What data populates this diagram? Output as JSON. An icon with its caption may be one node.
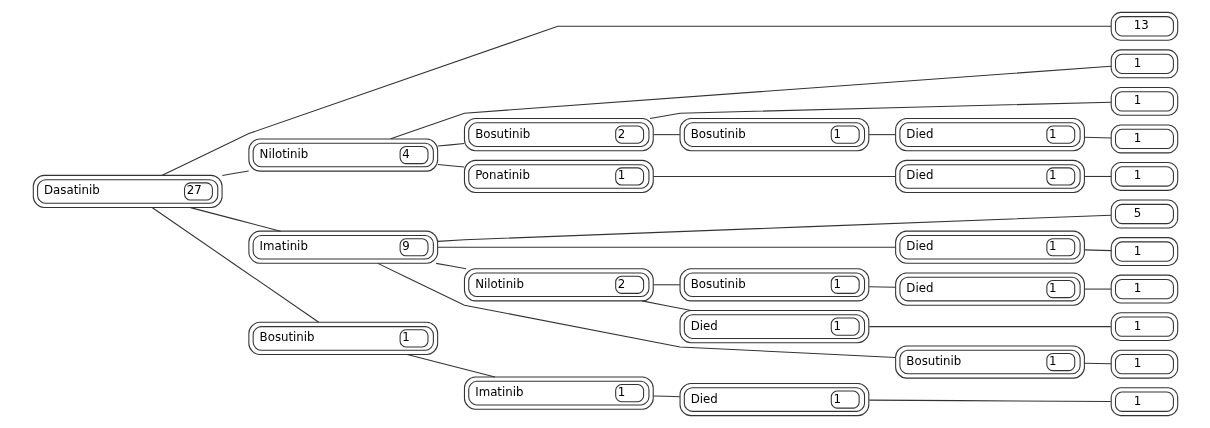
{
  "diagram": {
    "nodes": [
      {
        "text": [
          "Dasatinib",
          "27"
        ]
      },
      {
        "text": [
          "13"
        ]
      },
      {
        "text": [
          "Nilotinib",
          "4"
        ]
      },
      {
        "text": [
          "1"
        ]
      },
      {
        "text": [
          "Bosutinib",
          "2"
        ]
      },
      {
        "text": [
          "1"
        ]
      },
      {
        "text": [
          "Bosutinib",
          "1"
        ]
      },
      {
        "text": [
          "Died",
          "1"
        ]
      },
      {
        "text": [
          "1"
        ]
      },
      {
        "text": [
          "Ponatinib",
          "1"
        ]
      },
      {
        "text": [
          "Died",
          "1"
        ]
      },
      {
        "text": [
          "1"
        ]
      },
      {
        "text": [
          "Imatinib",
          "9"
        ]
      },
      {
        "text": [
          "5"
        ]
      },
      {
        "text": [
          "Died",
          "1"
        ]
      },
      {
        "text": [
          "1"
        ]
      },
      {
        "text": [
          "Nilotinib",
          "2"
        ]
      },
      {
        "text": [
          "Bosutinib",
          "1"
        ]
      },
      {
        "text": [
          "Died",
          "1"
        ]
      },
      {
        "text": [
          "1"
        ]
      },
      {
        "text": [
          "Died",
          "1"
        ]
      },
      {
        "text": [
          "1"
        ]
      },
      {
        "text": [
          "Bosutinib",
          "1"
        ]
      },
      {
        "text": [
          "1"
        ]
      },
      {
        "text": [
          "Bosutinib",
          "1"
        ]
      },
      {
        "text": [
          "Imatinib",
          "1"
        ]
      },
      {
        "text": [
          "Died",
          "1"
        ]
      },
      {
        "text": [
          "1"
        ]
      }
    ],
    "edges": [
      {
        "from": 0,
        "to": 1,
        "arrow": "none"
      },
      {
        "from": 0,
        "to": 2,
        "arrow": "none"
      },
      {
        "from": 2,
        "to": 3,
        "arrow": "none"
      },
      {
        "from": 2,
        "to": 4,
        "arrow": "none"
      },
      {
        "from": 4,
        "to": 5,
        "arrow": "none"
      },
      {
        "from": 4,
        "to": 6,
        "arrow": "none"
      },
      {
        "from": 6,
        "to": 7,
        "arrow": "none"
      },
      {
        "from": 7,
        "to": 8,
        "arrow": "none"
      },
      {
        "from": 2,
        "to": 9,
        "arrow": "none"
      },
      {
        "from": 9,
        "to": 10,
        "arrow": "none"
      },
      {
        "from": 10,
        "to": 11,
        "arrow": "none"
      },
      {
        "from": 0,
        "to": 12,
        "arrow": "none"
      },
      {
        "from": 12,
        "to": 13,
        "arrow": "none"
      },
      {
        "from": 12,
        "to": 14,
        "arrow": "none"
      },
      {
        "from": 14,
        "to": 15,
        "arrow": "none"
      },
      {
        "from": 12,
        "to": 16,
        "arrow": "none"
      },
      {
        "from": 16,
        "to": 17,
        "arrow": "none"
      },
      {
        "from": 17,
        "to": 18,
        "arrow": "none"
      },
      {
        "from": 18,
        "to": 19,
        "arrow": "none"
      },
      {
        "from": 16,
        "to": 20,
        "arrow": "none"
      },
      {
        "from": 20,
        "to": 21,
        "arrow": "none"
      },
      {
        "from": 12,
        "to": 22,
        "arrow": "none"
      },
      {
        "from": 22,
        "to": 23,
        "arrow": "none"
      },
      {
        "from": 0,
        "to": 24,
        "arrow": "none"
      },
      {
        "from": 24,
        "to": 25,
        "arrow": "none"
      },
      {
        "from": 25,
        "to": 26,
        "arrow": "none"
      },
      {
        "from": 26,
        "to": 27,
        "arrow": "none"
      }
    ]
  }
}
